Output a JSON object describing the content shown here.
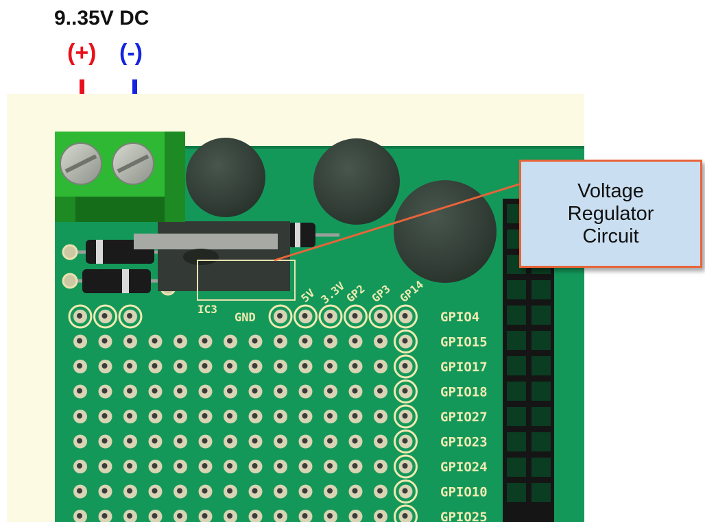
{
  "header": {
    "voltage": "9..35V DC",
    "plus": "(+)",
    "minus": "(-)"
  },
  "callout": {
    "text": "Voltage\nRegulator\nCircuit"
  },
  "board": {
    "ic_label": "IC3",
    "power_labels": {
      "gnd": "GND",
      "v5": "5V",
      "v33": "3.3V",
      "gp2": "GP2",
      "gp3": "GP3",
      "gp14": "GP14"
    },
    "gpio_labels": [
      "GPIO4",
      "GPIO15",
      "GPIO17",
      "GPIO18",
      "GPIO27",
      "GPIO23",
      "GPIO24",
      "GPIO10",
      "GPIO25"
    ],
    "colors": {
      "pcb": "#14985a",
      "terminal": "#2fb833",
      "pad_ring": "#f1eab2",
      "backdrop": "#fdfae4"
    }
  }
}
